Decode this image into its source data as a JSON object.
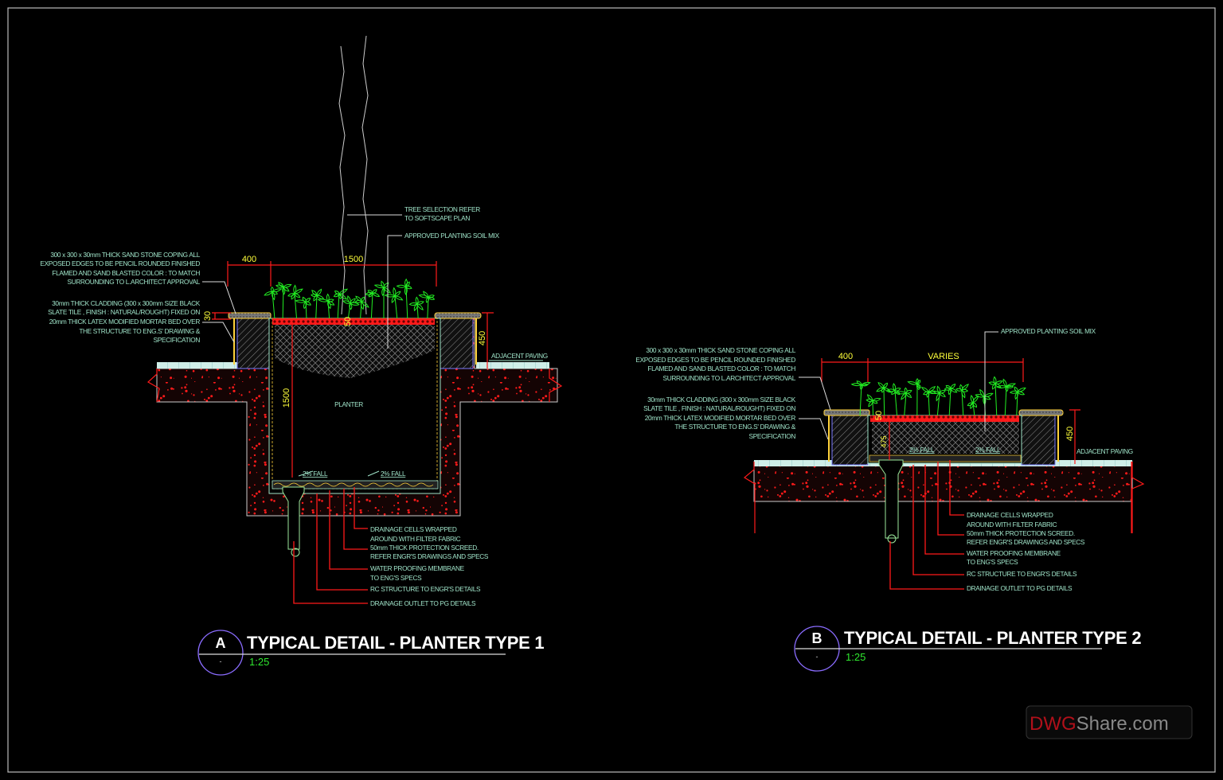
{
  "detail_a": {
    "tree_note": [
      "TREE SELECTION REFER",
      "TO SOFTSCAPE PLAN"
    ],
    "soil_note": "APPROVED PLANTING SOIL MIX",
    "coping_note": [
      "300 x 300 x 30mm THICK SAND STONE COPING ALL",
      "EXPOSED EDGES TO BE PENCIL ROUNDED FINISHED",
      "FLAMED AND SAND BLASTED COLOR : TO MATCH",
      "SURROUNDING TO L.ARCHITECT APPROVAL"
    ],
    "cladding_note": [
      "30mm THICK CLADDING (300 x 300mm SIZE BLACK",
      "SLATE TILE , FINISH : NATURAL/ROUGHT) FIXED ON",
      "20mm THICK LATEX MODIFIED MORTAR BED OVER",
      "THE STRUCTURE TO ENG.S' DRAWING &",
      "SPECIFICATION"
    ],
    "dims": {
      "left": "400",
      "center": "1500",
      "coping": "30",
      "soil": "50",
      "height": "450",
      "depth": "1500"
    },
    "paving": "ADJACENT PAVING",
    "planter": "PLANTER",
    "fall": "2% FALL",
    "drainage_notes": [
      "DRAINAGE CELLS WRAPPED",
      " AROUND WITH FILTER FABRIC",
      "50mm THICK PROTECTION SCREED.",
      "REFER ENGR'S DRAWINGS AND SPECS",
      "WATER PROOFING MEMBRANE",
      "TO ENG'S SPECS",
      "RC STRUCTURE TO ENGR'S DETAILS",
      "DRAINAGE OUTLET TO PG DETAILS"
    ],
    "title": {
      "letter": "A",
      "sub": "-",
      "text": "TYPICAL DETAIL - PLANTER TYPE 1",
      "scale": "1:25"
    }
  },
  "detail_b": {
    "soil_note": "APPROVED PLANTING SOIL MIX",
    "coping_note": [
      "300 x 300 x 30mm THICK SAND STONE COPING ALL",
      "EXPOSED EDGES TO BE PENCIL ROUNDED FINISHED",
      "FLAMED AND SAND BLASTED COLOR : TO MATCH",
      "SURROUNDING TO L.ARCHITECT APPROVAL"
    ],
    "cladding_note": [
      "30mm THICK CLADDING (300 x 300mm SIZE BLACK",
      "SLATE TILE , FINISH : NATURAL/ROUGHT) FIXED ON",
      "20mm THICK LATEX MODIFIED MORTAR BED OVER",
      "THE STRUCTURE TO ENG.S' DRAWING &",
      "SPECIFICATION"
    ],
    "dims": {
      "left": "400",
      "center": "VARIES",
      "soil": "50",
      "height": "450",
      "depth": "475"
    },
    "paving": "ADJACENT PAVING",
    "fall": "2% FALL",
    "drainage_notes": [
      "DRAINAGE CELLS WRAPPED",
      " AROUND WITH FILTER FABRIC",
      "50mm THICK PROTECTION SCREED.",
      "REFER ENGR'S DRAWINGS AND SPECS",
      "WATER PROOFING MEMBRANE",
      "TO ENG'S SPECS",
      "RC STRUCTURE TO ENGR'S DETAILS",
      "DRAINAGE OUTLET TO PG DETAILS"
    ],
    "title": {
      "letter": "B",
      "sub": "-",
      "text": "TYPICAL DETAIL - PLANTER TYPE 2",
      "scale": "1:25"
    }
  },
  "watermark": {
    "part1": "DWG",
    "part2": "Share.com"
  },
  "colors": {
    "background": "#000000",
    "text": "#9fe3c8",
    "dimension": "#ff1a1a",
    "dimension_text": "#ffff3a",
    "plants": "#22ee22",
    "concrete_speckle": "#ff1a1a",
    "title_circle": "#8a6cff",
    "scale": "#2fe82f"
  }
}
